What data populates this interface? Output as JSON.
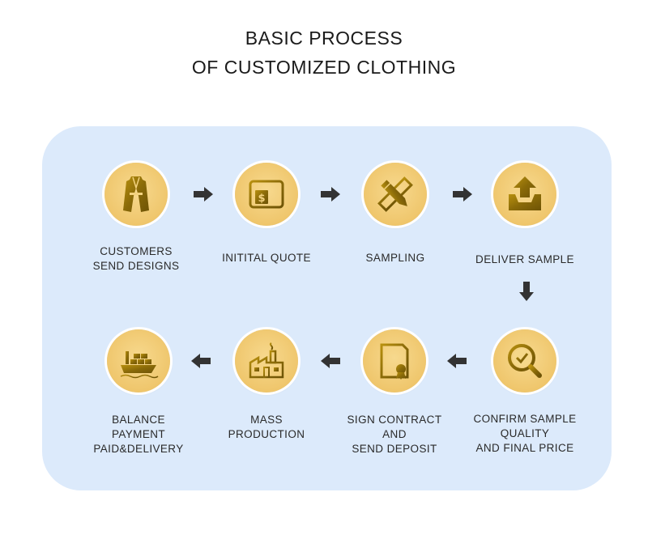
{
  "title": {
    "line1": "BASIC PROCESS",
    "line2": "OF CUSTOMIZED CLOTHING"
  },
  "steps": [
    {
      "icon": "coat-icon",
      "lines": [
        "CUSTOMERS",
        "SEND DESIGNS"
      ]
    },
    {
      "icon": "dollar-window-icon",
      "lines": [
        "INITITAL QUOTE"
      ]
    },
    {
      "icon": "ruler-pencil-icon",
      "lines": [
        "SAMPLING"
      ]
    },
    {
      "icon": "upload-tray-icon",
      "lines": [
        "DELIVER SAMPLE"
      ]
    },
    {
      "icon": "magnifier-check-icon",
      "lines": [
        "CONFIRM SAMPLE",
        "QUALITY",
        "AND FINAL PRICE"
      ]
    },
    {
      "icon": "contract-seal-icon",
      "lines": [
        "SIGN CONTRACT",
        "AND",
        "SEND DEPOSIT"
      ]
    },
    {
      "icon": "factory-icon",
      "lines": [
        "MASS",
        "PRODUCTION"
      ]
    },
    {
      "icon": "cargo-ship-icon",
      "lines": [
        "BALANCE",
        "PAYMENT",
        "PAID&DELIVERY"
      ]
    }
  ],
  "colors": {
    "panel": "#dceafb",
    "gold_dark": "#8a6a08",
    "arrow": "#333333"
  }
}
